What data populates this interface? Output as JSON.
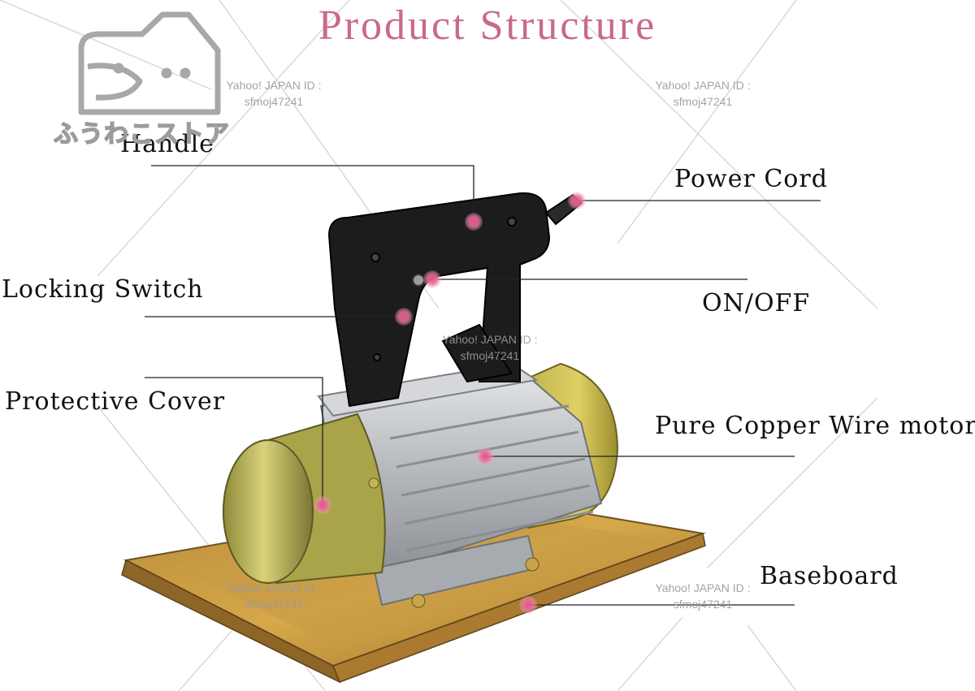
{
  "title": "Product Structure",
  "labels": {
    "handle": "Handle",
    "power_cord": "Power Cord",
    "locking_switch": "Locking Switch",
    "on_off": "ON/OFF",
    "protective_cover": "Protective Cover",
    "motor": "Pure Copper Wire motor",
    "baseboard": "Baseboard"
  },
  "watermark": {
    "line1": "Yahoo! JAPAN ID :",
    "line2": "sfmoj47241",
    "store_name": "ふうわこストア"
  },
  "colors": {
    "title": "#c96a86",
    "marker": "#e8508a",
    "handle": "#1c1c1c",
    "motor_body": "#b9bcc0",
    "end_cap": "#c8b23c",
    "baseboard": "#c89a3a"
  }
}
